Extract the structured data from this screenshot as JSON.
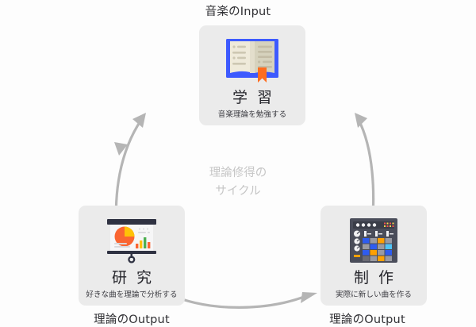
{
  "diagram": {
    "center_caption_line1": "理論修得の",
    "center_caption_line2": "サイクル",
    "center_caption_color": "#c6c6c6",
    "arc_color": "#b5b5b5",
    "card_background": "#ebebeb",
    "page_background": "#fdfdfd"
  },
  "labels": {
    "top": "音楽のInput",
    "bottom_left": "理論のOutput",
    "bottom_right": "理論のOutput"
  },
  "cards": [
    {
      "id": "study",
      "title": "学 習",
      "subtitle": "音楽理論を勉強する",
      "icon": "open-book-icon",
      "icon_colors": {
        "cover": "#3d5afe",
        "page_left": "#efeada",
        "page_right": "#d6d2bd",
        "bookmark": "#ff6d1f",
        "line": "#cdc7b2"
      }
    },
    {
      "id": "research",
      "title": "研 究",
      "subtitle": "好きな曲を理論で分析する",
      "icon": "presentation-chart-icon",
      "icon_colors": {
        "frame": "#2f3242",
        "board": "#f6f6f7",
        "pie_main": "#fa6532",
        "pie_slice": "#ffc107",
        "bar_orange": "#fa6532",
        "bar_yellow": "#ffc107",
        "bar_green": "#4caf50",
        "text_line": "#d8d8dc"
      }
    },
    {
      "id": "produce",
      "title": "制 作",
      "subtitle": "実際に新しい曲を作る",
      "icon": "drum-machine-icon",
      "icon_colors": {
        "body": "#4a4d5a",
        "panel": "#3a3d48",
        "knob": "#f2f2f4",
        "pad_blue": "#2e5cf0",
        "pad_orange": "#ffa000",
        "pad_cyan": "#4fc3f7",
        "pad_gray": "#9a9aa2",
        "pad_dark": "#6b6b74",
        "led_red": "#ff5252",
        "led_yellow": "#ffd54f"
      }
    }
  ]
}
